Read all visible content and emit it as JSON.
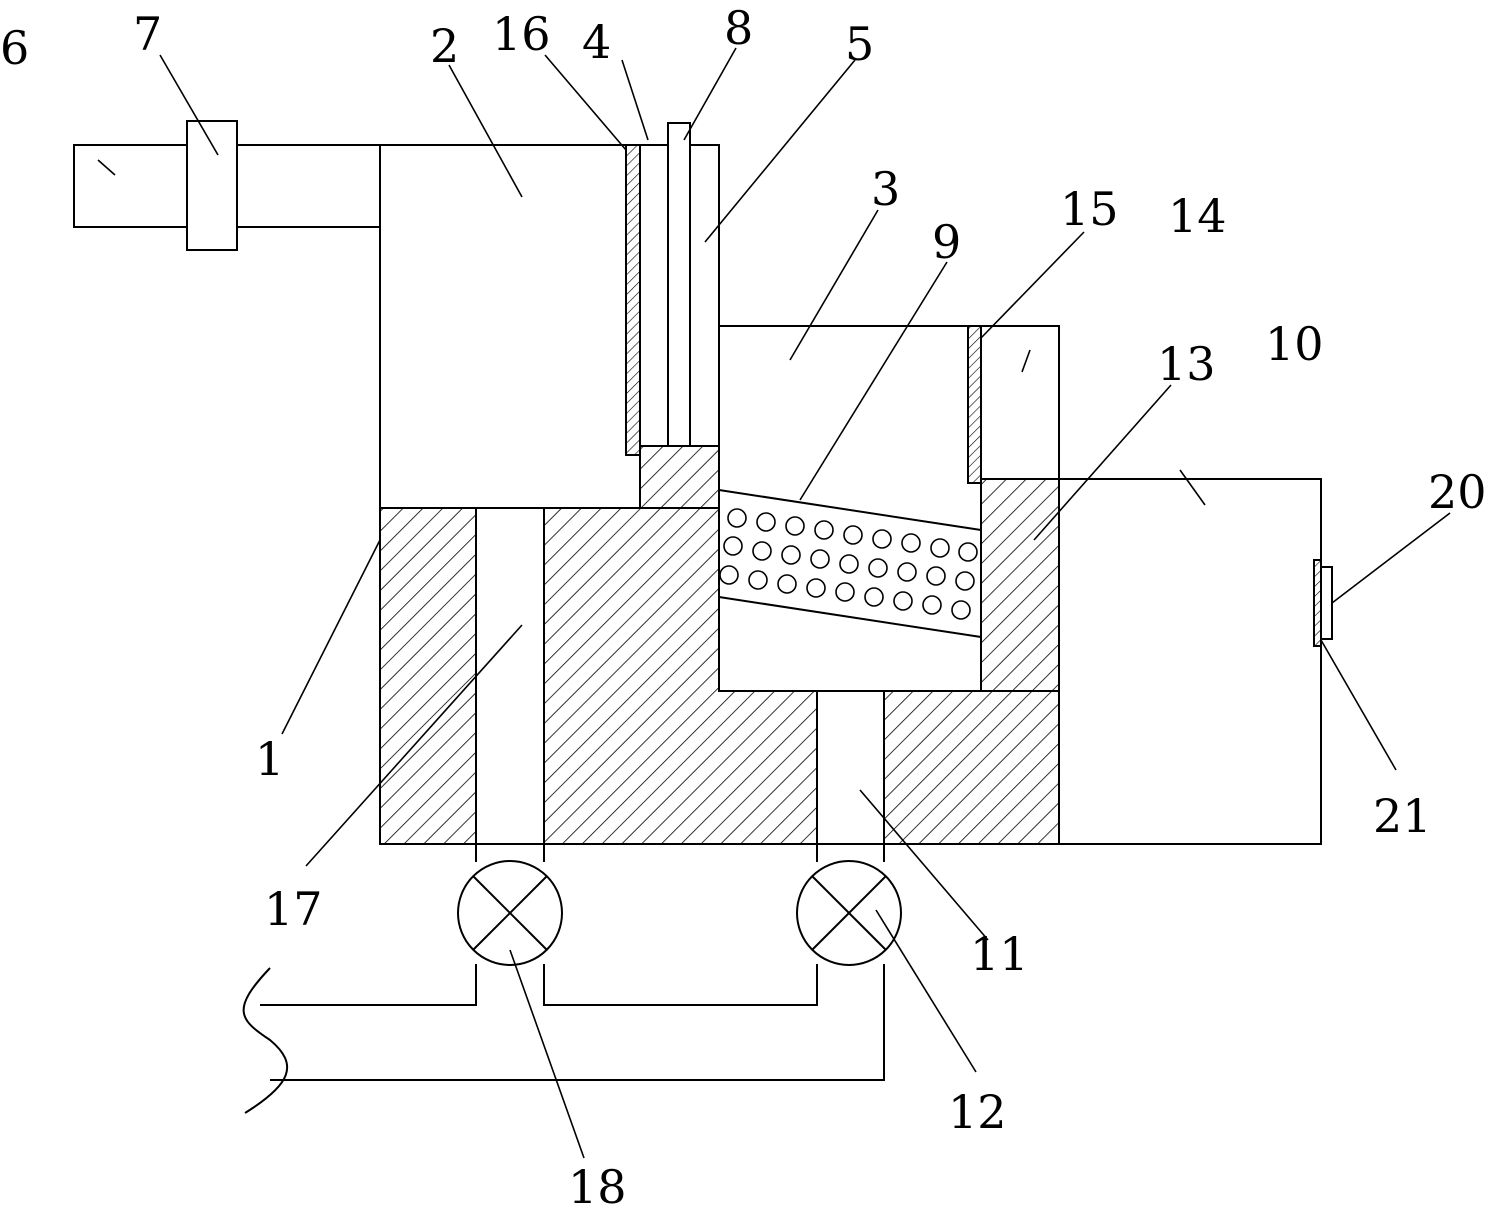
{
  "labels": {
    "l1": "1",
    "l2": "2",
    "l3": "3",
    "l4": "4",
    "l5": "5",
    "l6": "6",
    "l7": "7",
    "l8": "8",
    "l9": "9",
    "l10": "10",
    "l11": "11",
    "l12": "12",
    "l13": "13",
    "l14": "14",
    "l15": "15",
    "l16": "16",
    "l17": "17",
    "l18": "18",
    "l20": "20",
    "l21": "21"
  }
}
